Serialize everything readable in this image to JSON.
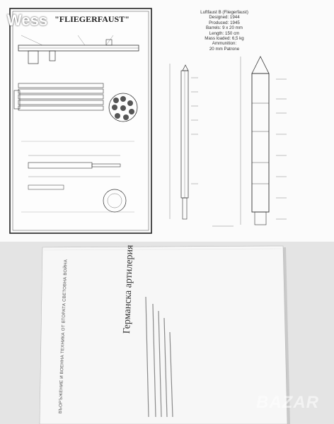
{
  "watermarks": {
    "top_left": "Wess",
    "bottom_right": "BAZAR"
  },
  "left_sheet": {
    "title": "\"FLIEGERFAUST\""
  },
  "right_sheet": {
    "specs": [
      "Luftfaust B (Fliegerfaust)",
      "Designed: 1944",
      "Produced: 1945",
      "Barrels: 9 x 20 mm",
      "Length: 150 cm",
      "Mass loaded: 6,5 kg",
      "Ammunition:",
      "20 mm Patrone"
    ]
  },
  "book": {
    "title": "Германска артилерия",
    "series": "ВЪОРЪЖЕНИЕ И ВОЕННА ТЕХНИКА ОТ ВТОРАТА СВЕТОВНА ВОЙНА"
  },
  "colors": {
    "background": "#dcdcdc",
    "sheet": "#fbfbfb",
    "ink": "#2a2a2a",
    "book_page": "#f7f7f7"
  }
}
